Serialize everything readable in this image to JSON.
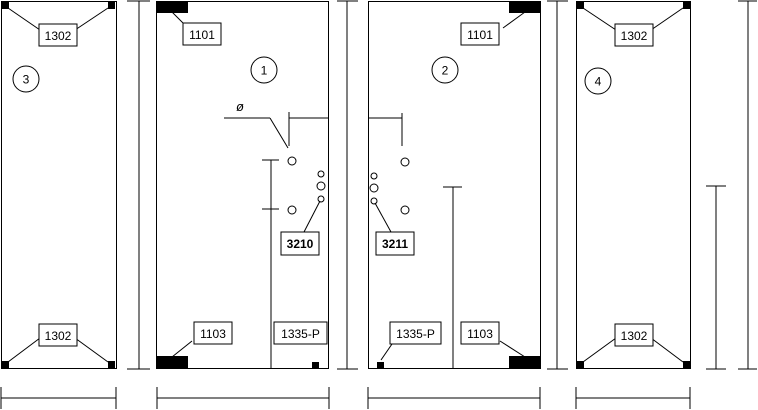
{
  "panels": [
    {
      "number": "3",
      "labels": {
        "top": "1302",
        "bottom": "1302"
      }
    },
    {
      "number": "1",
      "labels": {
        "top": "1101",
        "bottom_left": "1103",
        "bottom_right": "1335-P",
        "hinge": "3210"
      }
    },
    {
      "number": "2",
      "labels": {
        "top": "1101",
        "bottom_left": "1335-P",
        "bottom_right": "1103",
        "hinge": "3211"
      }
    },
    {
      "number": "4",
      "labels": {
        "top": "1302",
        "bottom": "1302"
      }
    }
  ],
  "diameter_symbol": "ø"
}
